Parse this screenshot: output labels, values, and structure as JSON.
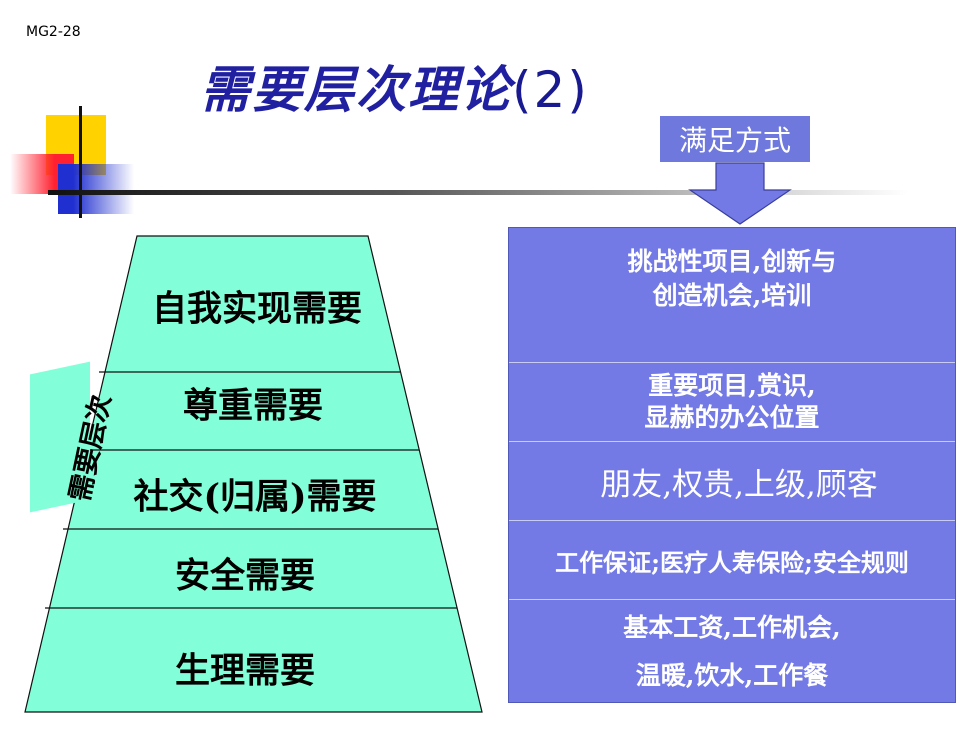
{
  "slide_id": "MG2-28",
  "title": {
    "main": "需要层次理论",
    "num": "(2)"
  },
  "method_label": "满足方式",
  "hierarchy_label": "需要层次",
  "levels": [
    {
      "label": "自我实现需要"
    },
    {
      "label": "尊重需要"
    },
    {
      "label": "社交(归属)需要"
    },
    {
      "label": "安全需要"
    },
    {
      "label": "生理需要"
    }
  ],
  "ways": [
    {
      "line1": "挑战性项目,创新与",
      "line2": "创造机会,培训"
    },
    {
      "line1": "重要项目,赏识,",
      "line2": "显赫的办公位置"
    },
    {
      "line1": "朋友,权贵,上级,顾客",
      "line2": ""
    },
    {
      "line1": "工作保证;医疗人寿保险;安全规则",
      "line2": ""
    },
    {
      "line1": "基本工资,工作机会,",
      "line2": "温暖,饮水,工作餐"
    }
  ],
  "colors": {
    "pyramid_fill": "#82ffd8",
    "ways_fill": "#737ae6",
    "title": "#2020a0"
  },
  "icons": {
    "arrow": "down-arrow-icon"
  }
}
